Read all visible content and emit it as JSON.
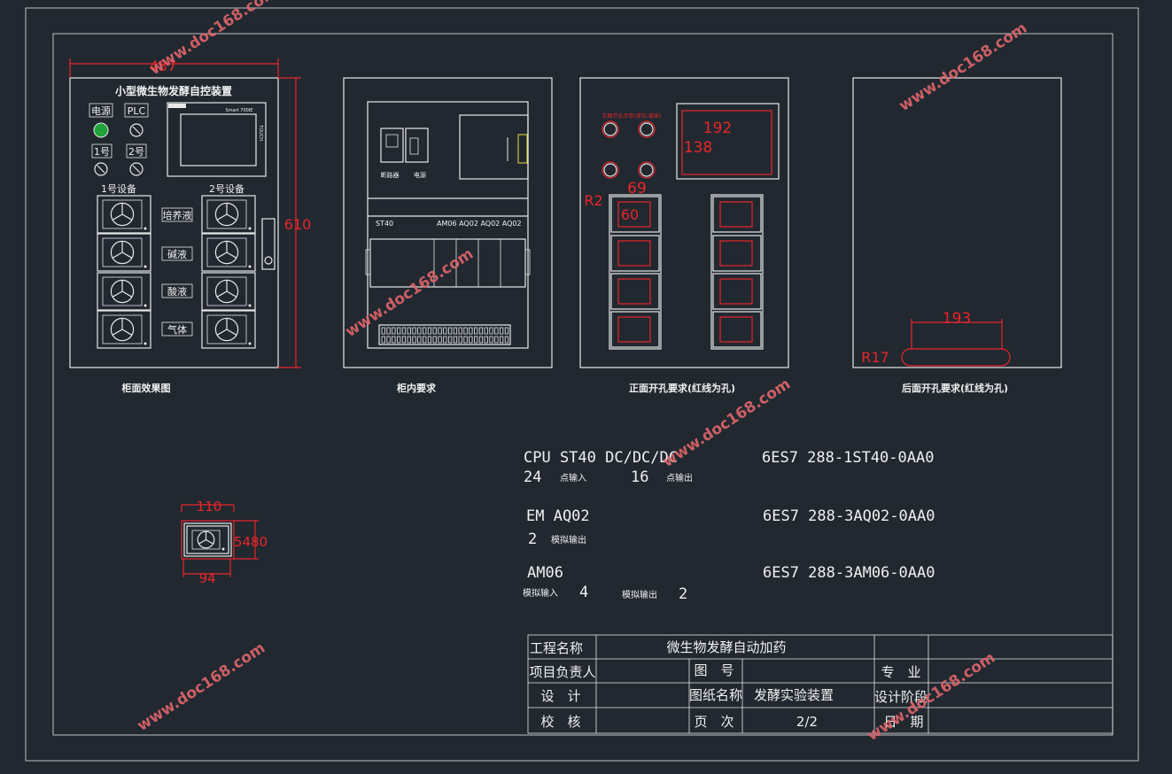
{
  "watermark": "www.doc168.com",
  "panel1": {
    "title": "小型微生物发酵自控装置",
    "lbl_power": "电源",
    "lbl_plc": "PLC",
    "lbl_no1": "1号",
    "lbl_no2": "2号",
    "hmi_brand": "Smart 700IE",
    "hmi_side": "TOUCH",
    "dev1": "1号设备",
    "dev2": "2号设备",
    "btn_culture": "培养液",
    "btn_alkali": "碱液",
    "btn_acid": "酸液",
    "btn_gas": "气体",
    "dim_w": "437",
    "dim_h": "610",
    "caption": "柜面效果图"
  },
  "panel2": {
    "lbl_breaker": "断路器",
    "lbl_power": "电源",
    "st40": "ST40",
    "modules": "AM06 AQ02 AQ02 AQ02",
    "caption": "柜内要求"
  },
  "panel3": {
    "red_title": "正面开孔示意(单位:毫米)",
    "dim_192": "192",
    "dim_138": "138",
    "dim_69": "69",
    "dim_60": "60",
    "dim_r2": "R2",
    "caption": "正面开孔要求(红线为孔)"
  },
  "panel4": {
    "dim_193": "193",
    "dim_r17": "R17",
    "caption": "后面开孔要求(红线为孔)"
  },
  "small": {
    "dim_110": "110",
    "dim_94": "94",
    "dim_side": "5480"
  },
  "specs": {
    "cpu": "CPU ST40 DC/DC/DC",
    "cpu_code": "6ES7 288-1ST40-0AA0",
    "cpu_in_n": "24",
    "cpu_in": "点输入",
    "cpu_out_n": "16",
    "cpu_out": "点输出",
    "em": "EM AQ02",
    "em_code": "6ES7 288-3AQ02-0AA0",
    "em_out_n": "2",
    "em_out": "模拟输出",
    "am": "AM06",
    "am_code": "6ES7 288-3AM06-0AA0",
    "am_in": "模拟输入",
    "am_in_n": "4",
    "am_out": "模拟输出",
    "am_out_n": "2"
  },
  "title_block": {
    "project_label": "工程名称",
    "project_value": "微生物发酵自动加药",
    "leader_label": "项目负责人",
    "drawing_no_label": "图　号",
    "major_label": "专　业",
    "design_label": "设　计",
    "drawing_name_label": "图纸名称",
    "drawing_name_value": "发酵实验装置",
    "stage_label": "设计阶段",
    "check_label": "校　核",
    "page_label": "页　次",
    "page_value": "2/2",
    "date_label": "日　期"
  }
}
